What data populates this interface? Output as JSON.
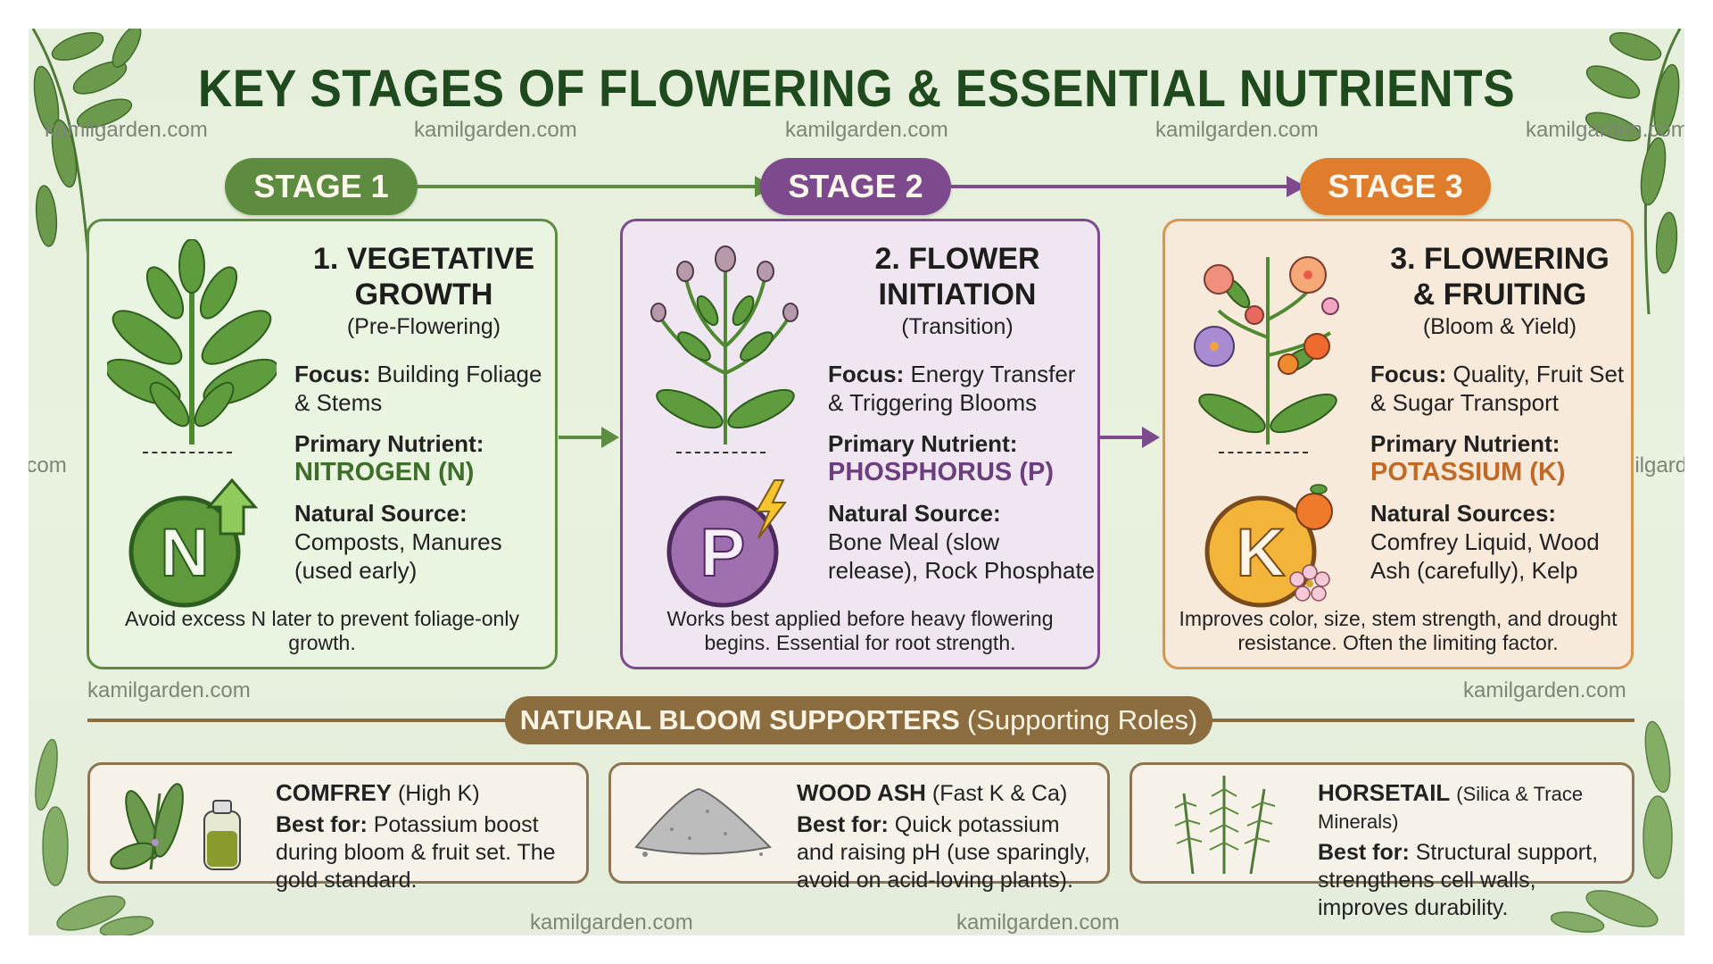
{
  "title": "KEY STAGES OF FLOWERING & ESSENTIAL NUTRIENTS",
  "watermark": "kamilgarden.com",
  "colors": {
    "stage1": "#5a8a3f",
    "stage2": "#7e4a8e",
    "stage3": "#df7d2c",
    "banner": "#8c6d3f",
    "background": "#e7efdd"
  },
  "stages": [
    {
      "pill": "STAGE 1",
      "heading_line1": "1. VEGETATIVE",
      "heading_line2": "GROWTH",
      "subtitle": "(Pre-Flowering)",
      "focus_label": "Focus:",
      "focus_text": "Building Foliage & Stems",
      "nutrient_label": "Primary Nutrient:",
      "nutrient": "NITROGEN (N)",
      "nutrient_symbol": "N",
      "source_label": "Natural Source:",
      "source_text": "Composts, Manures (used early)",
      "note": "Avoid excess N later to prevent foliage-only growth.",
      "icon": "nitrogen-up-arrow-icon"
    },
    {
      "pill": "STAGE 2",
      "heading_line1": "2. FLOWER",
      "heading_line2": "INITIATION",
      "subtitle": "(Transition)",
      "focus_label": "Focus:",
      "focus_text": "Energy Transfer & Triggering Blooms",
      "nutrient_label": "Primary Nutrient:",
      "nutrient": "PHOSPHORUS (P)",
      "nutrient_symbol": "P",
      "source_label": "Natural Source:",
      "source_text": "Bone Meal (slow release), Rock Phosphate",
      "note": "Works best applied before heavy flowering begins. Essential for root strength.",
      "icon": "phosphorus-lightning-icon"
    },
    {
      "pill": "STAGE 3",
      "heading_line1": "3. FLOWERING",
      "heading_line2": "& FRUITING",
      "subtitle": "(Bloom & Yield)",
      "focus_label": "Focus:",
      "focus_text": "Quality, Fruit Set & Sugar Transport",
      "nutrient_label": "Primary Nutrient:",
      "nutrient": "POTASSIUM (K)",
      "nutrient_symbol": "K",
      "source_label": "Natural Sources:",
      "source_text": "Comfrey Liquid, Wood Ash (carefully), Kelp",
      "note": "Improves color, size, stem strength, and drought resistance. Often the limiting factor.",
      "icon": "potassium-fruit-flower-icon"
    }
  ],
  "supporters": {
    "banner_title": "NATURAL BLOOM SUPPORTERS",
    "banner_paren": "(Supporting Roles)",
    "items": [
      {
        "name": "COMFREY",
        "tag": "(High K)",
        "best_label": "Best for:",
        "best_text": "Potassium boost during bloom & fruit set. The gold standard.",
        "icon": "comfrey-bottle-icon"
      },
      {
        "name": "WOOD ASH",
        "tag": "(Fast K & Ca)",
        "best_label": "Best for:",
        "best_text": "Quick potassium and raising pH (use sparingly, avoid on acid-loving plants).",
        "icon": "ash-pile-icon"
      },
      {
        "name": "HORSETAIL",
        "tag": "(Silica & Trace Minerals)",
        "best_label": "Best for:",
        "best_text": "Structural support, strengthens cell walls, improves durability.",
        "icon": "horsetail-plant-icon"
      }
    ]
  }
}
